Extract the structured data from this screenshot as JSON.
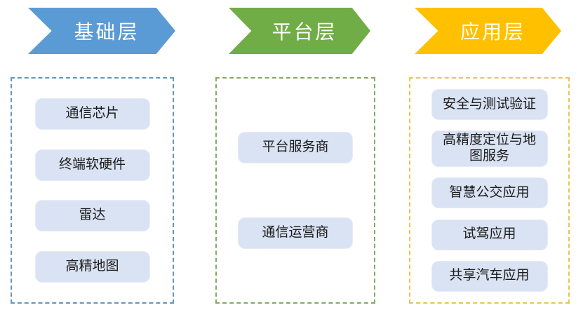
{
  "diagram": {
    "title": "layered architecture diagram",
    "item_fill_color": "#DAE3F3",
    "columns": [
      {
        "header": "基础层",
        "header_color": "#5B9BD5",
        "border_color": "#6497BC",
        "items": [
          "通信芯片",
          "终端软硬件",
          "雷达",
          "高精地图"
        ]
      },
      {
        "header": "平台层",
        "header_color": "#70AD47",
        "border_color": "#85AA62",
        "items": [
          "平台服务商",
          "通信运营商"
        ]
      },
      {
        "header": "应用层",
        "header_color": "#FFC000",
        "border_color": "#E8C454",
        "items": [
          "安全与测试验证",
          "高精度定位与地图服务",
          "智慧公交应用",
          "试驾应用",
          "共享汽车应用"
        ]
      }
    ]
  }
}
